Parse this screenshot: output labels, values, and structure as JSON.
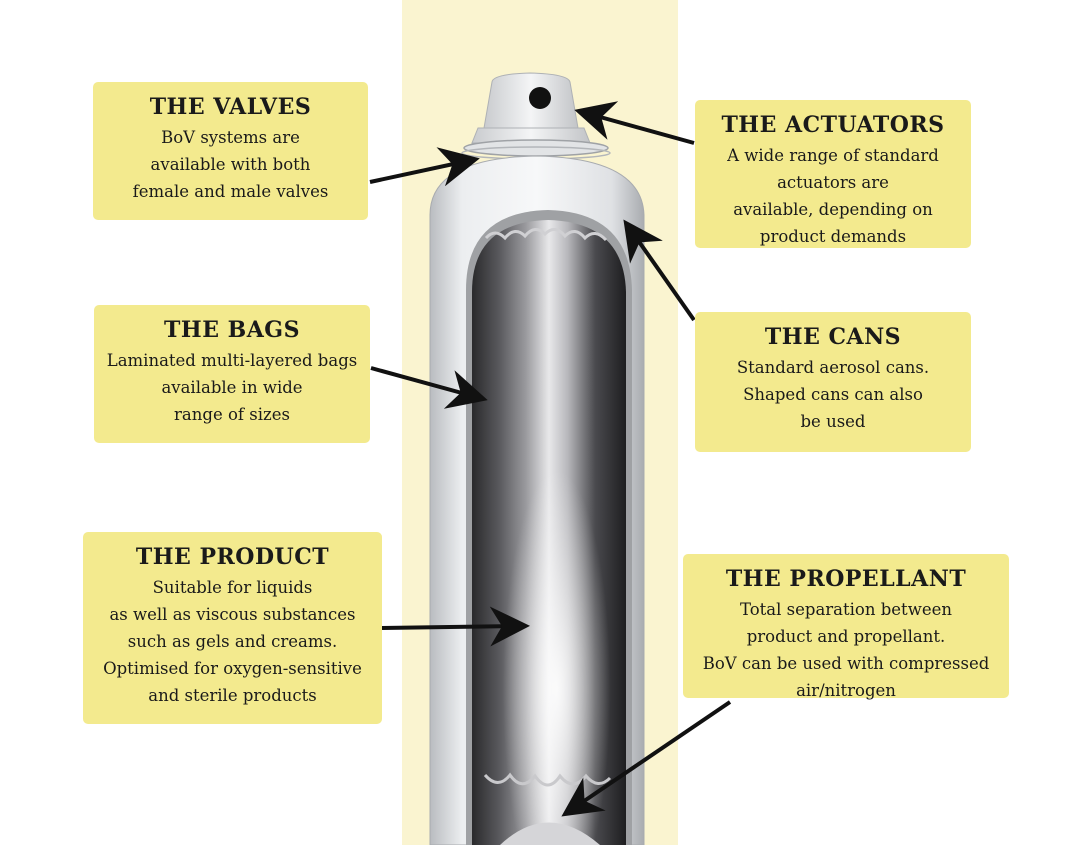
{
  "callouts": {
    "valves": {
      "title": "THE VALVES",
      "lines": [
        "BoV systems are",
        "available with both",
        "female and male valves"
      ]
    },
    "actuators": {
      "title": "THE ACTUATORS",
      "lines": [
        "A wide range of standard",
        "actuators are",
        "available, depending on",
        "product demands"
      ]
    },
    "bags": {
      "title": "THE BAGS",
      "lines": [
        "Laminated multi-layered bags",
        "available in wide",
        "range of sizes"
      ]
    },
    "cans": {
      "title": "THE CANS",
      "lines": [
        "Standard aerosol cans.",
        "Shaped cans can also",
        "be used"
      ]
    },
    "product": {
      "title": "THE PRODUCT",
      "lines": [
        "Suitable for liquids",
        "as well as viscous substances",
        "such as gels and creams.",
        "Optimised for oxygen-sensitive",
        "and sterile products"
      ]
    },
    "propellant": {
      "title": "THE PROPELLANT",
      "lines": [
        "Total separation between",
        "product and propellant.",
        "BoV can be used with compressed",
        "air/nitrogen"
      ]
    }
  },
  "colors": {
    "callout_bg": "#f3ea8e",
    "stripe_bg": "#faf4d0",
    "arrow": "#111111"
  }
}
